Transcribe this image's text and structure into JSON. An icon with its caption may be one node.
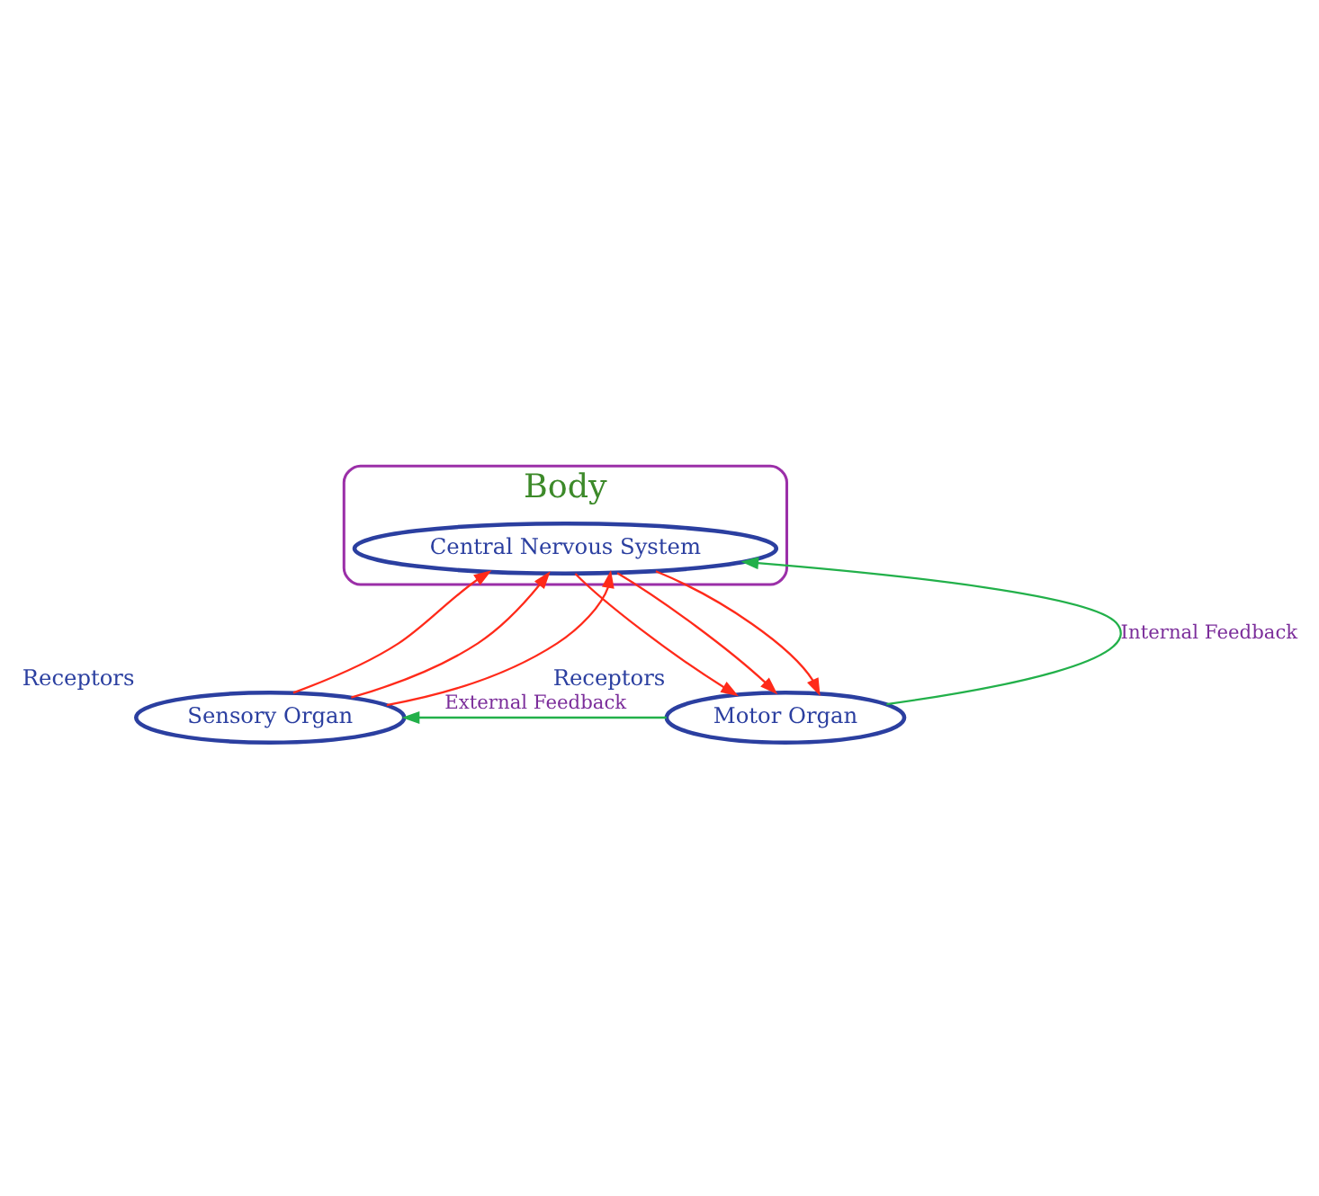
{
  "diagram": {
    "nodes": [
      {
        "text": [
          "Body"
        ]
      },
      {
        "text": [
          "Central Nervous System"
        ],
        "in": 0
      },
      {
        "text": [
          "Sensory Organ"
        ],
        "beside": [
          "Receptors"
        ]
      },
      {
        "text": [
          "Motor Organ"
        ],
        "beside": [
          "Receptors"
        ]
      }
    ],
    "edges": [
      {
        "from": 2,
        "to": 1,
        "arrow": "to",
        "color": "#ff2a1a"
      },
      {
        "from": 2,
        "to": 1,
        "arrow": "to",
        "color": "#ff2a1a"
      },
      {
        "from": 2,
        "to": 1,
        "arrow": "to",
        "color": "#ff2a1a"
      },
      {
        "from": 1,
        "to": 3,
        "arrow": "to",
        "color": "#ff2a1a"
      },
      {
        "from": 1,
        "to": 3,
        "arrow": "to",
        "color": "#ff2a1a"
      },
      {
        "from": 1,
        "to": 3,
        "arrow": "to",
        "color": "#ff2a1a"
      },
      {
        "from": 3,
        "to": 1,
        "arrow": "to",
        "label": "Internal Feedback",
        "color": "#22b04a"
      },
      {
        "from": 3,
        "to": 2,
        "arrow": "to",
        "label": "External Feedback",
        "color": "#22b04a"
      }
    ]
  }
}
